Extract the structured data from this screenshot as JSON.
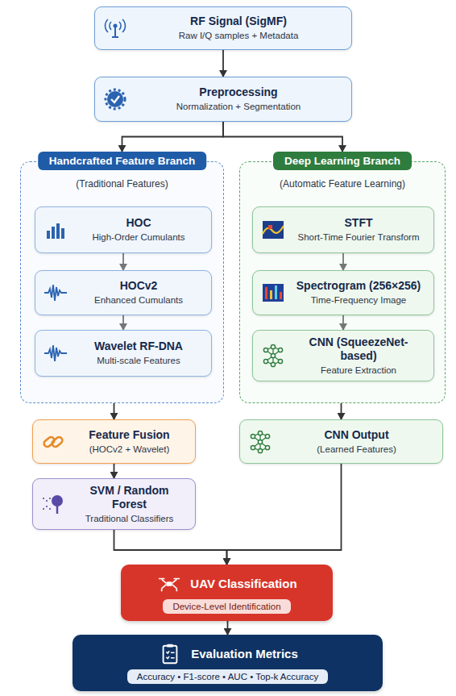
{
  "diagram": {
    "nodes": [
      {
        "text": [
          "RF Signal (SigMF)",
          "Raw I/Q samples + Metadata"
        ]
      },
      {
        "text": [
          "Preprocessing",
          "Normalization + Segmentation"
        ]
      },
      {
        "text": [
          "Handcrafted Feature Branch",
          "(Traditional Features)"
        ]
      },
      {
        "text": [
          "HOC",
          "High-Order Cumulants"
        ],
        "in": 2
      },
      {
        "text": [
          "HOCv2",
          "Enhanced Cumulants"
        ],
        "in": 2
      },
      {
        "text": [
          "Wavelet RF-DNA",
          "Multi-scale Features"
        ],
        "in": 2
      },
      {
        "text": [
          "Deep Learning Branch",
          "(Automatic Feature Learning)"
        ]
      },
      {
        "text": [
          "STFT",
          "Short-Time Fourier Transform"
        ],
        "in": 6
      },
      {
        "text": [
          "Spectrogram (256×256)",
          "Time-Frequency Image"
        ],
        "in": 6
      },
      {
        "text": [
          "CNN (SqueezeNet-based)",
          "Feature Extraction"
        ],
        "in": 6
      },
      {
        "text": [
          "Feature Fusion",
          "(HOCv2 + Wavelet)"
        ]
      },
      {
        "text": [
          "CNN Output",
          "(Learned Features)"
        ]
      },
      {
        "text": [
          "SVM / Random Forest",
          "Traditional Classifiers"
        ]
      },
      {
        "text": [
          "UAV Classification",
          "Device-Level Identification"
        ]
      },
      {
        "text": [
          "Evaluation Metrics",
          "Accuracy • F1-score • AUC • Top-k Accuracy"
        ]
      }
    ],
    "edges": [
      {
        "from": 0,
        "to": 1,
        "arrow": "to"
      },
      {
        "from": 1,
        "to": 2,
        "arrow": "to"
      },
      {
        "from": 1,
        "to": 6,
        "arrow": "to"
      },
      {
        "from": 3,
        "to": 4,
        "arrow": "to"
      },
      {
        "from": 4,
        "to": 5,
        "arrow": "to"
      },
      {
        "from": 7,
        "to": 8,
        "arrow": "to"
      },
      {
        "from": 8,
        "to": 9,
        "arrow": "to"
      },
      {
        "from": 2,
        "to": 10,
        "arrow": "to"
      },
      {
        "from": 6,
        "to": 11,
        "arrow": "to"
      },
      {
        "from": 10,
        "to": 12,
        "arrow": "to"
      },
      {
        "from": 12,
        "to": 13,
        "arrow": "to"
      },
      {
        "from": 11,
        "to": 13,
        "arrow": "to"
      },
      {
        "from": 13,
        "to": 14,
        "arrow": "to"
      }
    ]
  }
}
